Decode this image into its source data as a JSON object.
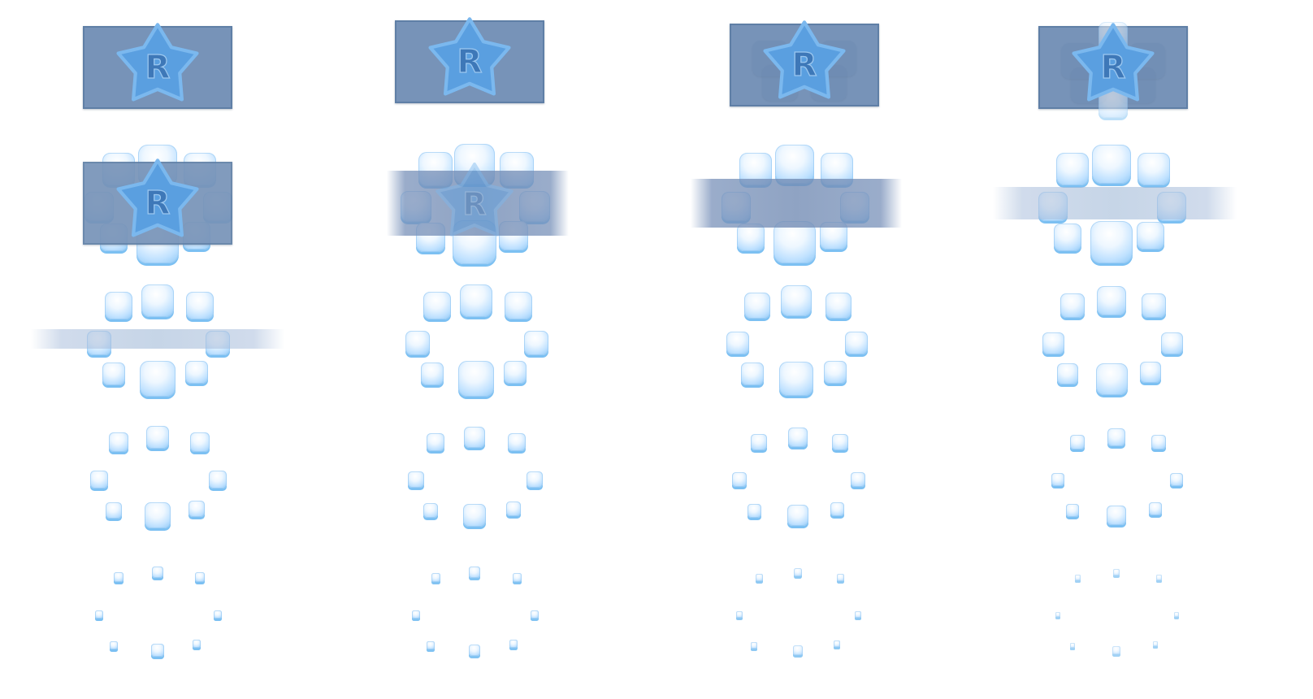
{
  "sprite_sheet": {
    "logo": {
      "letter": "R",
      "shape": "star"
    },
    "colors": {
      "panel": "#7793b8",
      "panel_border": "#5f7fa6",
      "star_fill": "#5a9fe0",
      "star_rim": "#7bb8ee",
      "letter": "#3e78b8",
      "tile_light": "#ffffff",
      "tile_edge": "#8cc7f5"
    },
    "columns": 4,
    "stages": [
      {
        "name": "logo-panel",
        "count": 4
      },
      {
        "name": "panel-breaking-into-tiles",
        "count": 4
      },
      {
        "name": "ring-with-streak",
        "count": 4
      },
      {
        "name": "ring-shrinking",
        "count": 4
      },
      {
        "name": "ring-dissolving",
        "count": 4
      }
    ]
  }
}
